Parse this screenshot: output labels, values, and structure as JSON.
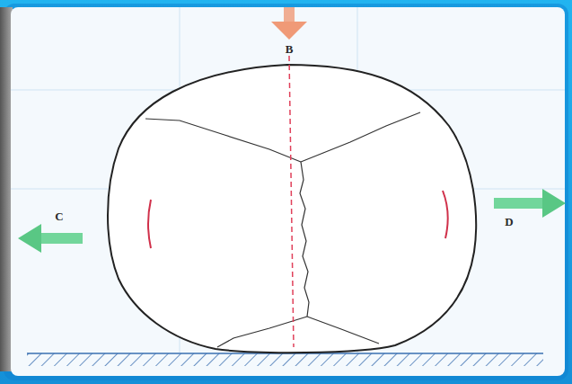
{
  "diagram": {
    "labels": [
      "B",
      "C",
      "D"
    ]
  }
}
